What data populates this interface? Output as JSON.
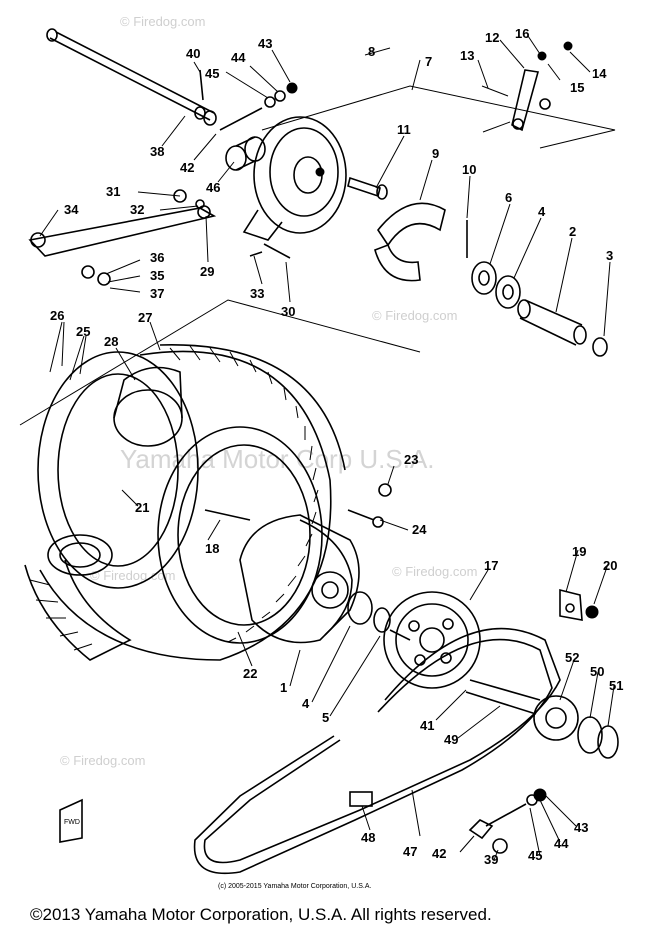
{
  "watermarks": {
    "top": "© Firedog.com",
    "right_upper": "© Firedog.com",
    "center_left": "© Firedog.com",
    "right_middle": "© Firedog.com",
    "bottom_left": "© Firedog.com",
    "center_big": "Yamaha Motor Corp U.S.A."
  },
  "small_copyright": "(c) 2005-2015 Yamaha Motor Corporation, U.S.A.",
  "footer": "©2013 Yamaha Motor Corporation, U.S.A. All rights reserved.",
  "fwd_label": "FWD",
  "callouts": {
    "c1": "1",
    "c2": "2",
    "c3": "3",
    "c4a": "4",
    "c4b": "4",
    "c5": "5",
    "c6": "6",
    "c7": "7",
    "c8": "8",
    "c9": "9",
    "c10": "10",
    "c11": "11",
    "c12": "12",
    "c13": "13",
    "c14": "14",
    "c15": "15",
    "c16": "16",
    "c17": "17",
    "c18": "18",
    "c19": "19",
    "c20": "20",
    "c21": "21",
    "c22": "22",
    "c23": "23",
    "c24": "24",
    "c25": "25",
    "c26": "26",
    "c27": "27",
    "c28": "28",
    "c29": "29",
    "c30": "30",
    "c31": "31",
    "c32": "32",
    "c33": "33",
    "c34": "34",
    "c35": "35",
    "c36": "36",
    "c37": "37",
    "c38": "38",
    "c39": "39",
    "c40": "40",
    "c41": "41",
    "c42a": "42",
    "c42b": "42",
    "c43a": "43",
    "c43b": "43",
    "c44a": "44",
    "c44b": "44",
    "c45a": "45",
    "c45b": "45",
    "c46": "46",
    "c47": "47",
    "c48": "48",
    "c49": "49",
    "c50": "50",
    "c51": "51",
    "c52": "52"
  }
}
